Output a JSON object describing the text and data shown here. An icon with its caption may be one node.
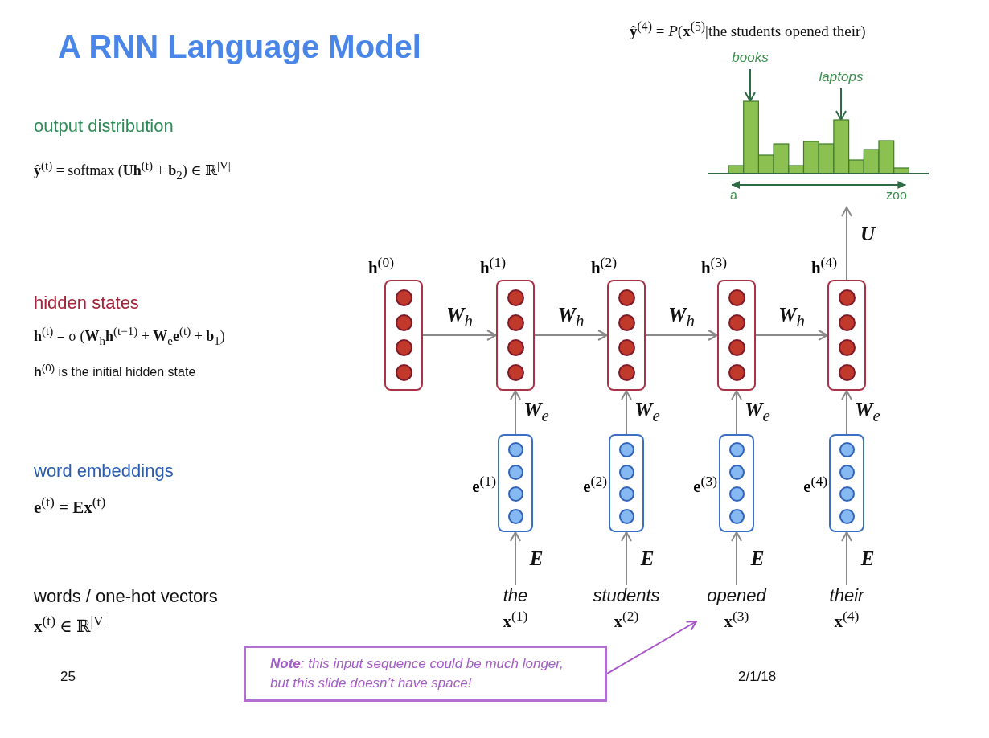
{
  "diagram": {
    "title": "A RNN Language Model",
    "nodes": [
      {
        "text": [
          "**h**$^{(0)}$"
        ]
      },
      {
        "text": [
          "**h**$^{(1)}$"
        ]
      },
      {
        "text": [
          "**h**$^{(2)}$"
        ]
      },
      {
        "text": [
          "**h**$^{(3)}$"
        ]
      },
      {
        "text": [
          "**h**$^{(4)}$"
        ]
      },
      {
        "text": [
          "**e**$^{(1)}$"
        ]
      },
      {
        "text": [
          "**e**$^{(2)}$"
        ]
      },
      {
        "text": [
          "**e**$^{(3)}$"
        ]
      },
      {
        "text": [
          "**e**$^{(4)}$"
        ]
      },
      {
        "text": [
          "the",
          "**x**$^{(1)}$"
        ]
      },
      {
        "text": [
          "students",
          "**x**$^{(2)}$"
        ]
      },
      {
        "text": [
          "opened",
          "**x**$^{(3)}$"
        ]
      },
      {
        "text": [
          "their",
          "**x**$^{(4)}$"
        ]
      },
      {
        "text": [],
        "shape": "picture"
      },
      {
        "text": [
          "books"
        ]
      },
      {
        "text": [],
        "shape": "bar"
      },
      {
        "text": [
          "laptops"
        ]
      },
      {
        "text": [],
        "shape": "bar"
      },
      {
        "text": [
          "**Note**: this input sequence could be much longer, but this slide doesn’t have space!"
        ]
      }
    ],
    "edges": [
      {
        "from": 0,
        "to": 1,
        "arrow": "to",
        "label": "**W**$_{h}$"
      },
      {
        "from": 1,
        "to": 2,
        "arrow": "to",
        "label": "**W**$_{h}$"
      },
      {
        "from": 2,
        "to": 3,
        "arrow": "to",
        "label": "**W**$_{h}$"
      },
      {
        "from": 3,
        "to": 4,
        "arrow": "to",
        "label": "**W**$_{h}$"
      },
      {
        "from": 5,
        "to": 1,
        "arrow": "to",
        "label": "**W**$_{e}$"
      },
      {
        "from": 6,
        "to": 2,
        "arrow": "to",
        "label": "**W**$_{e}$"
      },
      {
        "from": 7,
        "to": 3,
        "arrow": "to",
        "label": "**W**$_{e}$"
      },
      {
        "from": 8,
        "to": 4,
        "arrow": "to",
        "label": "**W**$_{e}$"
      },
      {
        "from": 9,
        "to": 5,
        "arrow": "to",
        "label": "**E**"
      },
      {
        "from": 10,
        "to": 6,
        "arrow": "to",
        "label": "**E**"
      },
      {
        "from": 11,
        "to": 7,
        "arrow": "to",
        "label": "**E**"
      },
      {
        "from": 12,
        "to": 8,
        "arrow": "to",
        "label": "**E**"
      },
      {
        "from": 4,
        "to": 13,
        "arrow": "to",
        "label": "**U**"
      },
      {
        "from": 14,
        "to": 15,
        "arrow": "to",
        "color": "#2e6b45"
      },
      {
        "from": 16,
        "to": 17,
        "arrow": "to",
        "color": "#2e6b45"
      },
      {
        "from": 18,
        "to": 11,
        "arrow": "to",
        "color": "#a855c8"
      }
    ],
    "labels": [
      "**ŷ**$^{(4)}$ = *P*(**x**$^{(5)}$|the students opened their)",
      "output distribution",
      "**ŷ**$^{(t)}$ = softmax (**Uh**$^{(t)}$ + **b**$_{2}$) ∈ ℝ$^{|V|}$",
      "hidden states",
      "**h**$^{(t)}$ = σ (**W**$_{h}$**h**$^{(t−1)}$ + **W**$_{e}$**e**$^{(t)}$ + **b**$_{1}$)",
      "**h**$^{(0)}$ is the initial hidden state",
      "word embeddings",
      "**e**$^{(t)}$ = **Ex**$^{(t)}$",
      "words / one-hot vectors",
      "**x**$^{(t)}$ ∈ ℝ$^{|V|}$",
      "a",
      "zoo",
      "25",
      "2/1/18"
    ]
  }
}
